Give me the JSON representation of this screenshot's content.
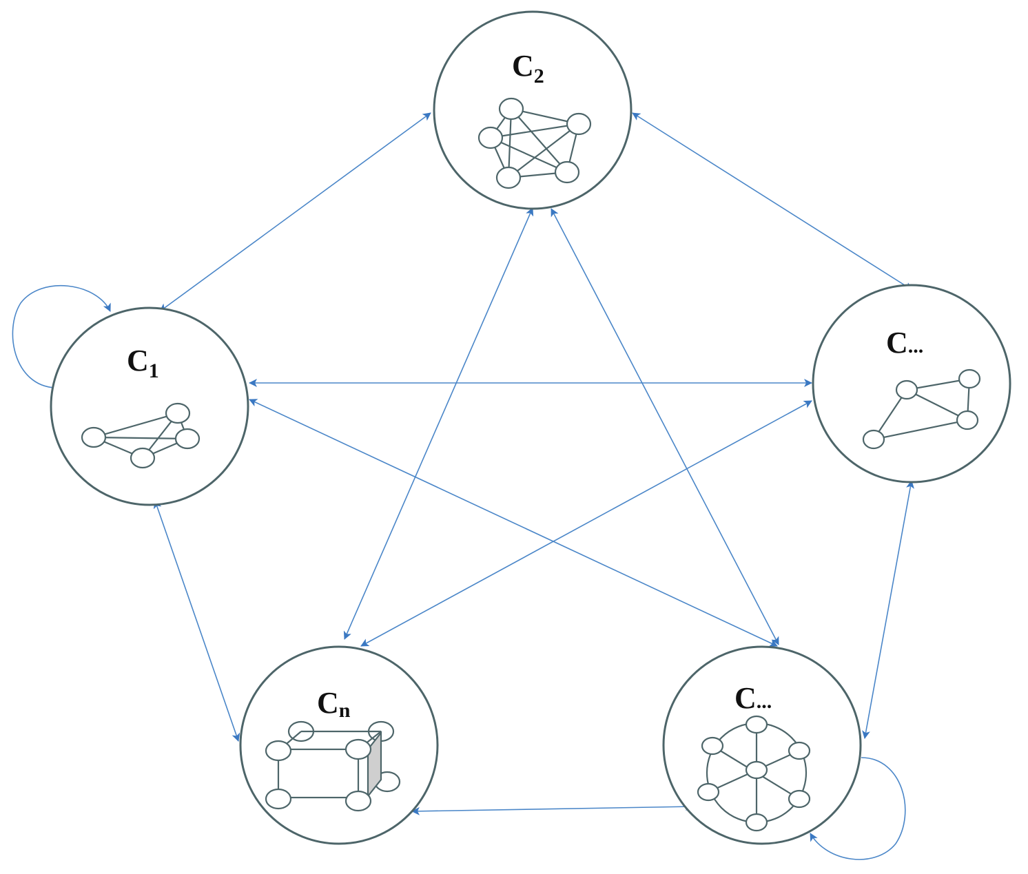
{
  "diagram": {
    "clusters": [
      {
        "id": "c1",
        "base": "C",
        "sub": "1"
      },
      {
        "id": "c2",
        "base": "C",
        "sub": "2"
      },
      {
        "id": "c3",
        "base": "C",
        "sub": "..."
      },
      {
        "id": "c4",
        "base": "C",
        "sub": "..."
      },
      {
        "id": "cn",
        "base": "C",
        "sub": "n"
      }
    ],
    "links": [
      [
        "c1",
        "c2"
      ],
      [
        "c2",
        "c3"
      ],
      [
        "c1",
        "c3"
      ],
      [
        "c1",
        "c4"
      ],
      [
        "c1",
        "cn"
      ],
      [
        "c2",
        "cn"
      ],
      [
        "c2",
        "c4"
      ],
      [
        "c3",
        "cn"
      ],
      [
        "c3",
        "c4"
      ],
      [
        "cn",
        "c4"
      ]
    ],
    "self_loops": [
      "c1",
      "c4"
    ],
    "colors": {
      "link": "#4a86c8",
      "ring": "#4d6569"
    }
  }
}
